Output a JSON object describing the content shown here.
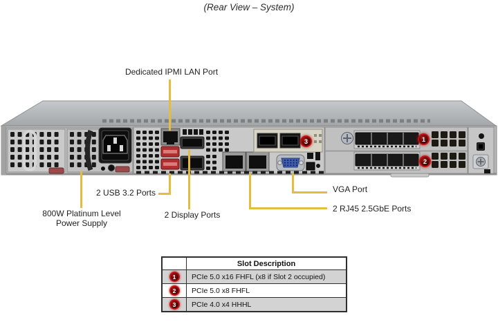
{
  "title": "(Rear View – System)",
  "callouts": {
    "ipmi": "Dedicated IPMI LAN Port",
    "usb": "2 USB 3.2 Ports",
    "psu_line1": "800W Platinum Level",
    "psu_line2": "Power Supply",
    "display": "2 Display Ports",
    "vga": "VGA Port",
    "rj45": "2 RJ45 2.5GbE Ports"
  },
  "markers": {
    "slot1": "1",
    "slot2": "2",
    "slot3": "3"
  },
  "slot_table": {
    "header": "Slot Description",
    "rows": [
      {
        "slot": "1",
        "description": "PCIe 5.0 x16 FHFL (x8 if Slot 2 occupied)"
      },
      {
        "slot": "2",
        "description": "PCIe 5.0 x8 FHFL"
      },
      {
        "slot": "3",
        "description": "PCIe 4.0 x4 HHHL"
      }
    ]
  },
  "colors": {
    "callout_line": "#e2bd3e",
    "marker_ring": "#c21212",
    "table_row_gray": "#d3d3d3",
    "chassis_gray": "#b7b7b7"
  }
}
